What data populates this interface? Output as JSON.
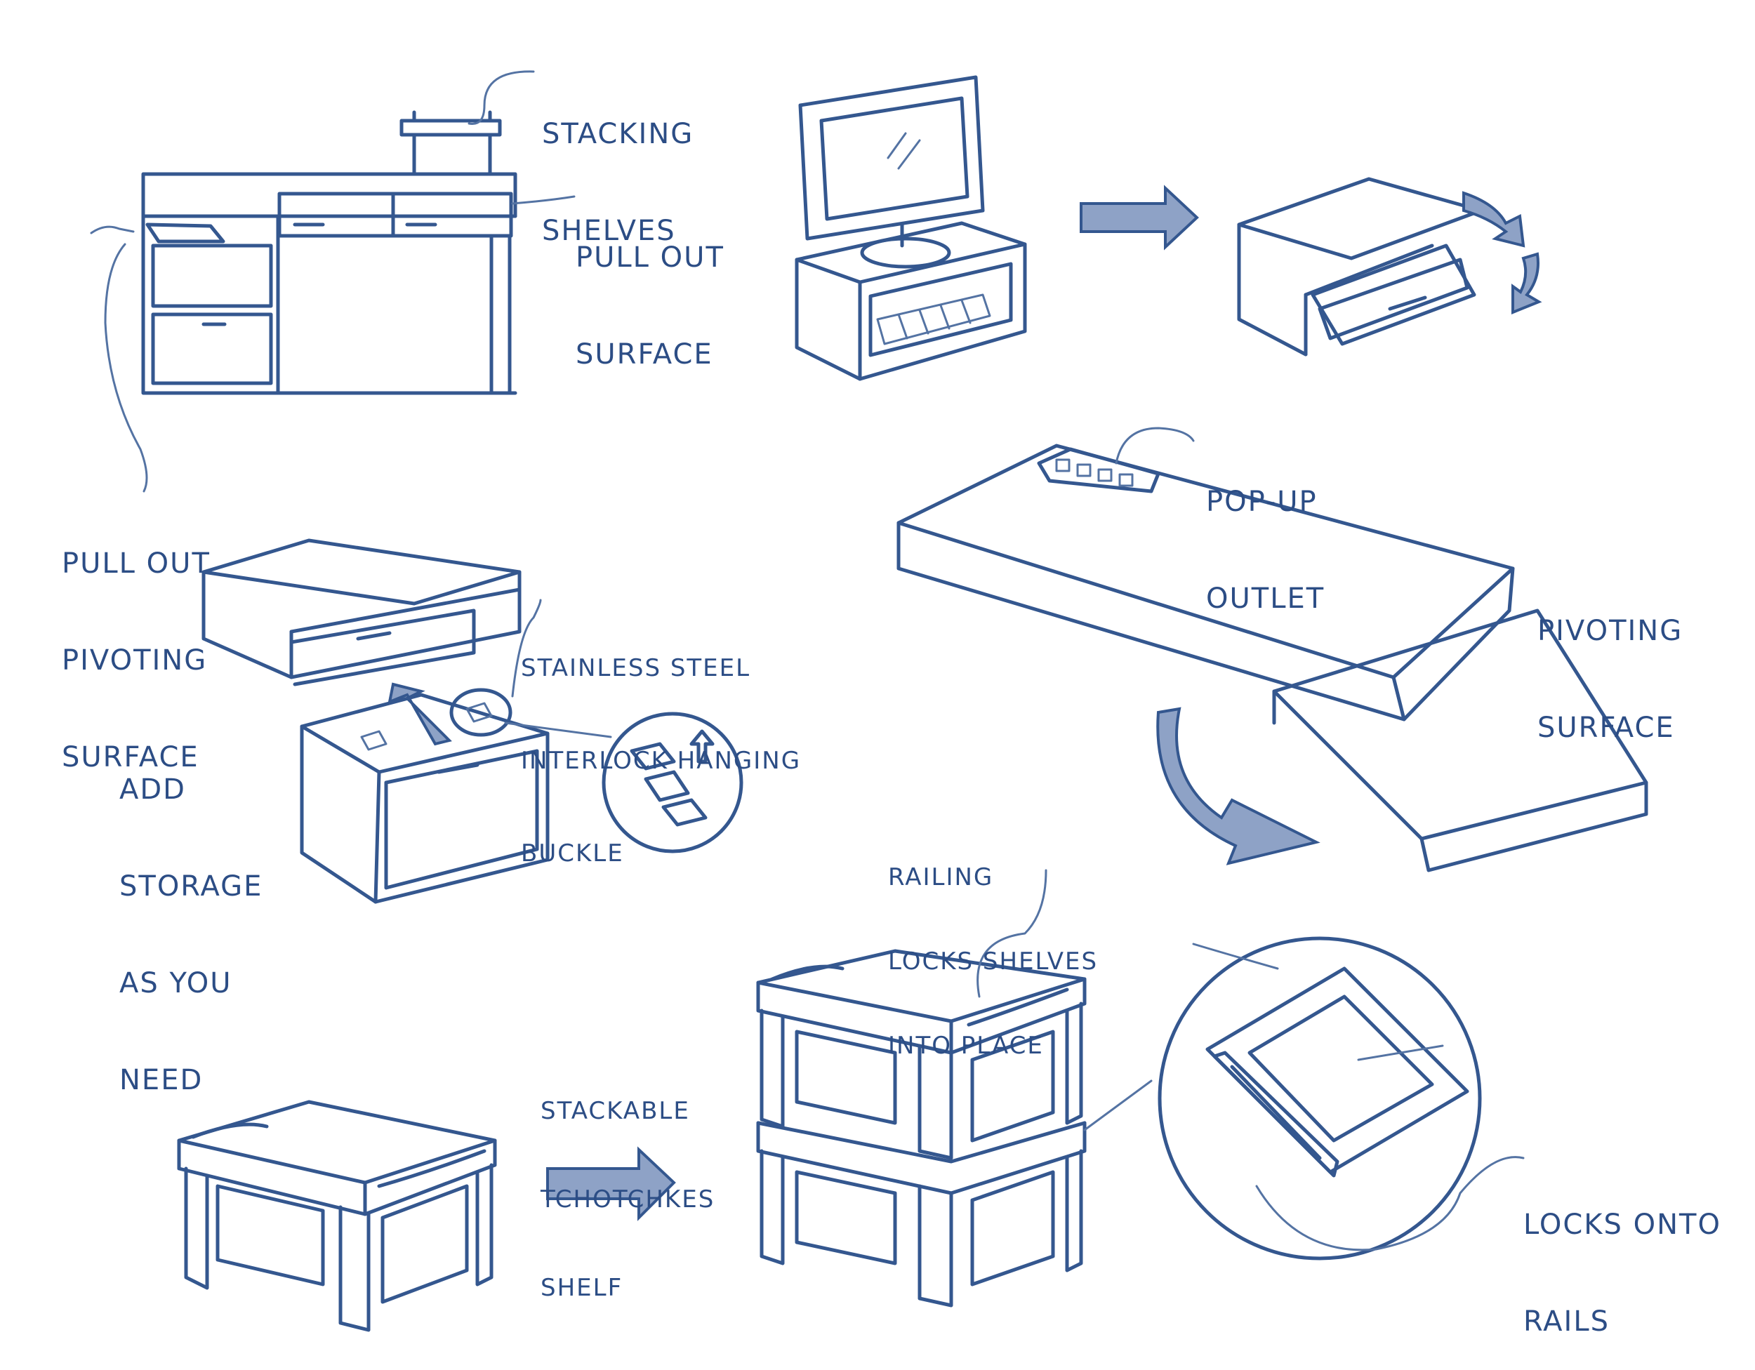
{
  "colors": {
    "ink": "#34578f",
    "label": "#2c4d85",
    "shade": "#aebcd6",
    "paper": "#ffffff"
  },
  "labels": {
    "stacking_shelves": [
      "STACKING",
      "SHELVES"
    ],
    "pull_out_surface": [
      "PULL OUT",
      "SURFACE"
    ],
    "pull_out_pivoting_surface": [
      "PULL OUT",
      "PIVOTING",
      "SURFACE"
    ],
    "pop_up_outlet": [
      "POP-UP",
      "OUTLET"
    ],
    "pivoting_surface": [
      "PIVOTING",
      "SURFACE"
    ],
    "stainless_steel_buckle": [
      "STAINLESS STEEL",
      "INTERLOCK HANGING",
      "BUCKLE"
    ],
    "add_storage": [
      "ADD",
      "STORAGE",
      "AS YOU",
      "NEED"
    ],
    "railing_locks": [
      "RAILING",
      "LOCKS SHELVES",
      "INTO PLACE"
    ],
    "stackable_shelf": [
      "STACKABLE",
      "TCHOTCHKES",
      "SHELF"
    ],
    "locks_onto_rails": [
      "LOCKS ONTO",
      "RAILS"
    ]
  }
}
